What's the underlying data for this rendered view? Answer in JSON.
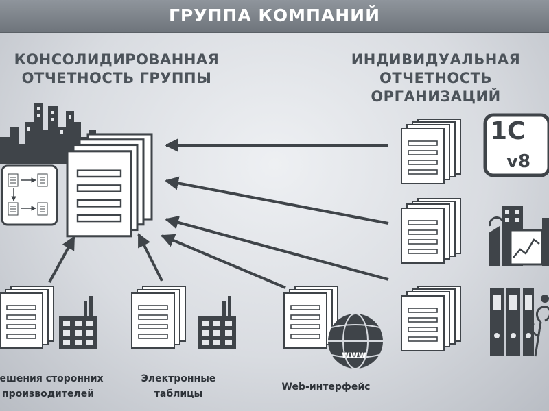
{
  "header": {
    "title": "ГРУППА КОМПАНИЙ"
  },
  "left_title": {
    "line1": "КОНСОЛИДИРОВАННАЯ",
    "line2": "ОТЧЕТНОСТЬ ГРУППЫ"
  },
  "right_title": {
    "line1": "ИНДИВИДУАЛЬНАЯ",
    "line2": "ОТЧЕТНОСТЬ ОРГАНИЗАЦИЙ"
  },
  "sources": [
    {
      "line1": "решения сторонних",
      "line2": "производителей"
    },
    {
      "line1": "Электронные",
      "line2": "таблицы"
    },
    {
      "line1": "Web-интерфейс",
      "line2": ""
    }
  ],
  "logo_1c": {
    "top": "1С",
    "bottom": "v8"
  },
  "globe_label": "www",
  "colors": {
    "icon_dark": "#3f4449",
    "doc_fill": "#ffffff",
    "header_bg": "#7e848b",
    "text_dark": "#2d3238"
  }
}
